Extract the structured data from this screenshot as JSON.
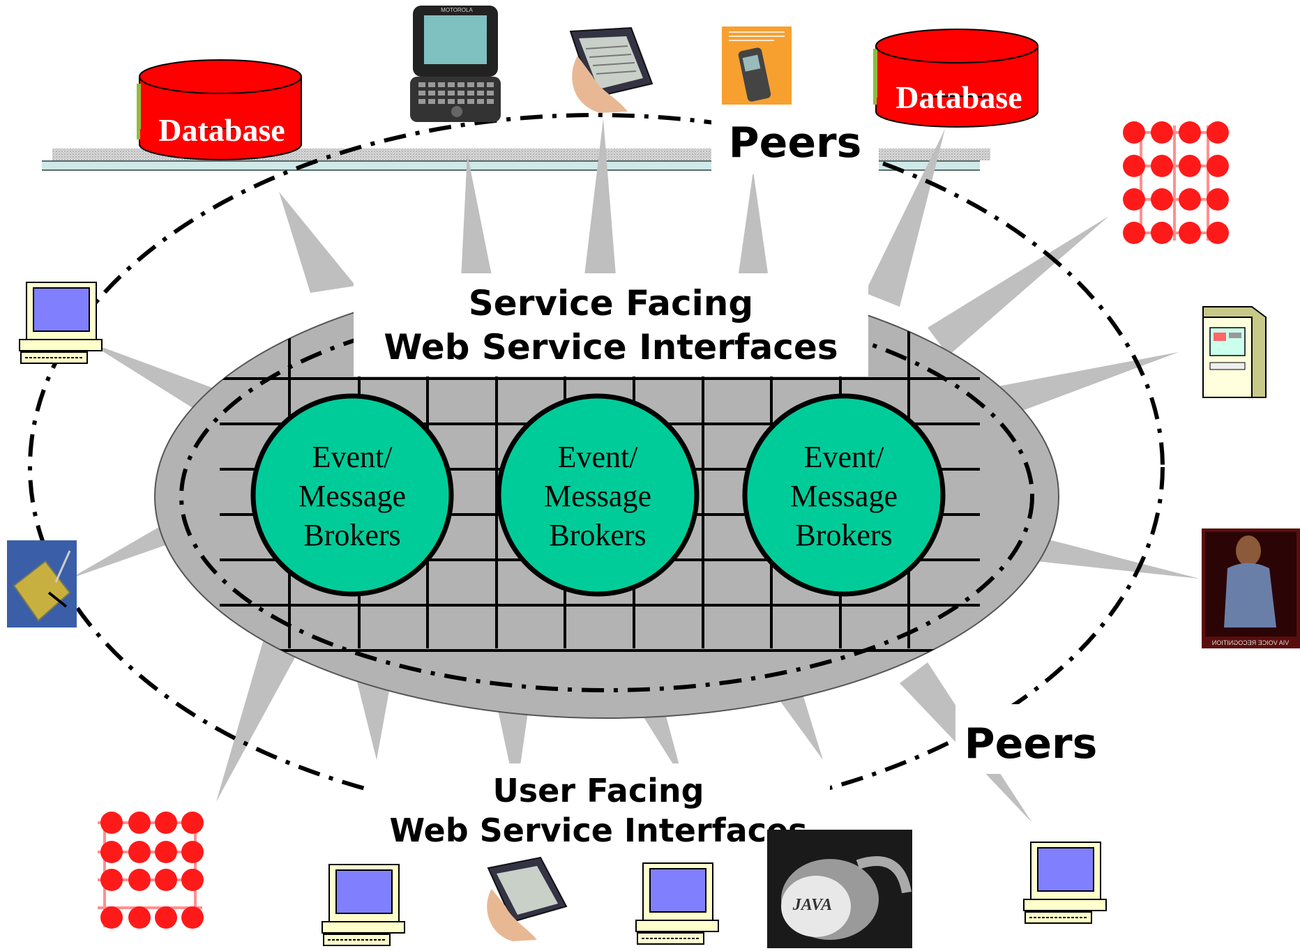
{
  "labels": {
    "database": "Database",
    "peers": "Peers",
    "service_facing_line1": "Service Facing",
    "service_facing_line2": "Web Service Interfaces",
    "user_facing_line1": "User Facing",
    "user_facing_line2": "Web Service Interfaces",
    "broker_line1": "Event/",
    "broker_line2": "Message",
    "broker_line3": "Brokers",
    "voice_caption": "VIA VOICE RECOGNITION",
    "ring_text": "JAVA",
    "phone_brand": "MOTOROLA"
  },
  "colors": {
    "database_red": "#ff0000",
    "broker_green": "#00cc99",
    "cloud_gray": "#b3b3b3",
    "spoke_gray": "#bfbfbf",
    "grid_red": "#ff2020",
    "screen_blue": "#8080ff",
    "monitor_beige": "#ffffcc"
  },
  "icons": [
    "database-icon",
    "pager-device-icon",
    "ebook-reader-icon",
    "cell-phone-icon",
    "grid-cluster-icon",
    "desktop-computer-icon",
    "server-tower-icon",
    "voice-recognition-image",
    "circuit-board-image",
    "java-ring-image"
  ]
}
